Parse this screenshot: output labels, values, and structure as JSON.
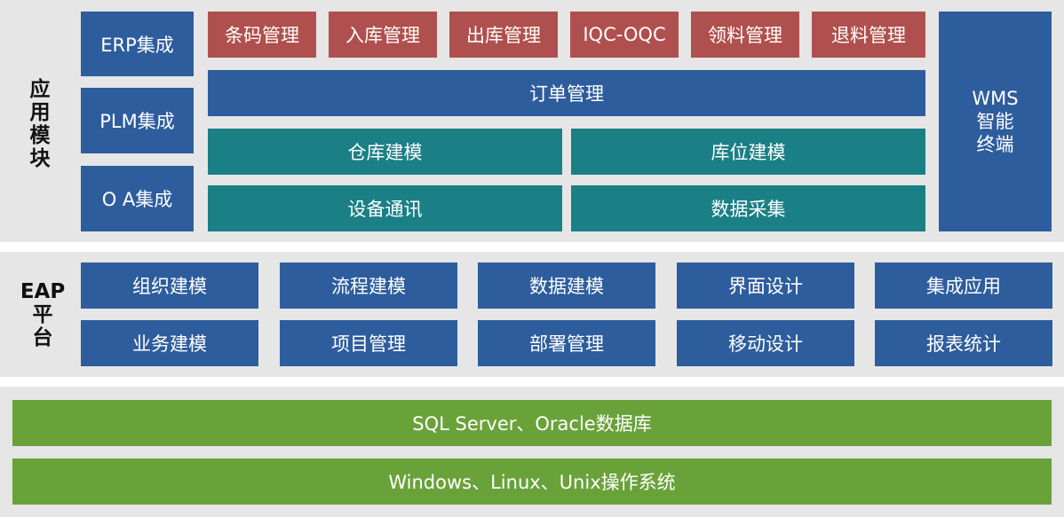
{
  "app_module": {
    "side_label_chars": [
      "应",
      "用",
      "模",
      "块"
    ],
    "integrations": [
      "ERP集成",
      "PLM集成",
      "O A集成"
    ],
    "top_modules": [
      "条码管理",
      "入库管理",
      "出库管理",
      "IQC-OQC",
      "领料管理",
      "退料管理"
    ],
    "order": "订单管理",
    "modeling": [
      "仓库建模",
      "库位建模"
    ],
    "devices": [
      "设备通讯",
      "数据采集"
    ],
    "wms_lines": [
      "WMS",
      "智能",
      "终端"
    ]
  },
  "eap": {
    "side_label_lines": [
      "EAP",
      "平",
      "台"
    ],
    "row1": [
      "组织建模",
      "流程建模",
      "数据建模",
      "界面设计",
      "集成应用"
    ],
    "row2": [
      "业务建模",
      "项目管理",
      "部署管理",
      "移动设计",
      "报表统计"
    ]
  },
  "infra": {
    "database": "SQL Server、Oracle数据库",
    "os": "Windows、Linux、Unix操作系统"
  },
  "colors": {
    "blue": "#2e5d9d",
    "red": "#b0504e",
    "teal": "#1b7f86",
    "green": "#6aa23a",
    "band": "#e6e6e6"
  }
}
